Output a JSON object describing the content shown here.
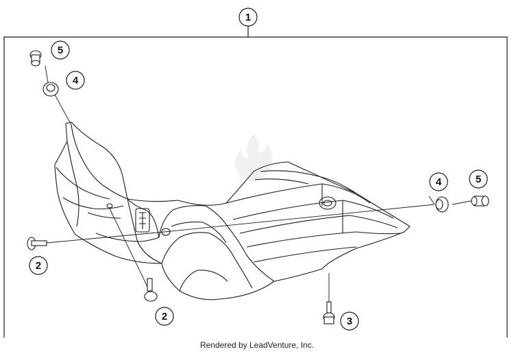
{
  "diagram": {
    "callouts": [
      {
        "id": "c1",
        "label": "1"
      },
      {
        "id": "c2a",
        "label": "2"
      },
      {
        "id": "c2b",
        "label": "2"
      },
      {
        "id": "c3",
        "label": "3"
      },
      {
        "id": "c4a",
        "label": "4"
      },
      {
        "id": "c4b",
        "label": "4"
      },
      {
        "id": "c5a",
        "label": "5"
      },
      {
        "id": "c5b",
        "label": "5"
      }
    ]
  },
  "footer": {
    "credit": "Rendered by LeadVenture, Inc."
  },
  "colors": {
    "line": "#1a1a1a",
    "background": "#ffffff"
  }
}
